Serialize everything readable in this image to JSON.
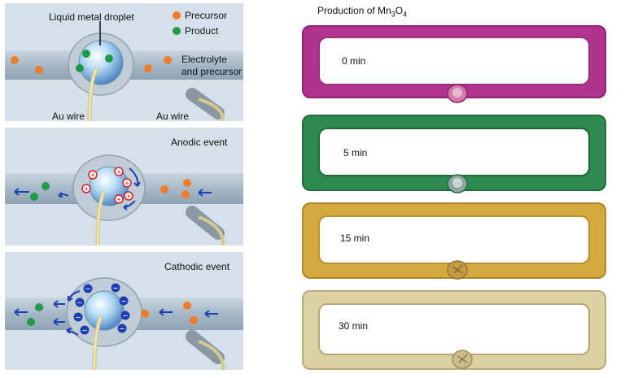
{
  "panels": [
    {
      "labels": {
        "droplet": "Liquid metal droplet",
        "electrolyte_line1": "Electrolyte",
        "electrolyte_line2": "and precursor",
        "wire_left": "Au wire",
        "wire_right": "Au wire"
      },
      "legend": [
        {
          "label": "Precursor",
          "color": "#f07b2b"
        },
        {
          "label": "Product",
          "color": "#1f9a48"
        }
      ]
    },
    {
      "title": "Anodic event"
    },
    {
      "title": "Cathodic event"
    }
  ],
  "production": {
    "title_prefix": "Production of Mn",
    "title_sub1": "3",
    "title_mid": "O",
    "title_sub2": "4",
    "samples": [
      {
        "time": "0  min",
        "color": "#b0338f",
        "edge": "#8e2472"
      },
      {
        "time": "5  min",
        "color": "#2f8a4f",
        "edge": "#226b3c"
      },
      {
        "time": "15 min",
        "color": "#d4a93f",
        "edge": "#b2872a"
      },
      {
        "time": "30 min",
        "color": "#ddd1a3",
        "edge": "#b9ab78"
      }
    ]
  },
  "colors": {
    "precursor": "#f07b2b",
    "product": "#1f9a48",
    "anodic_sign": "#d42020",
    "cathodic_sign": "#1b3fb3",
    "channel": "#a9bccb",
    "background": "#d5e0ea"
  }
}
